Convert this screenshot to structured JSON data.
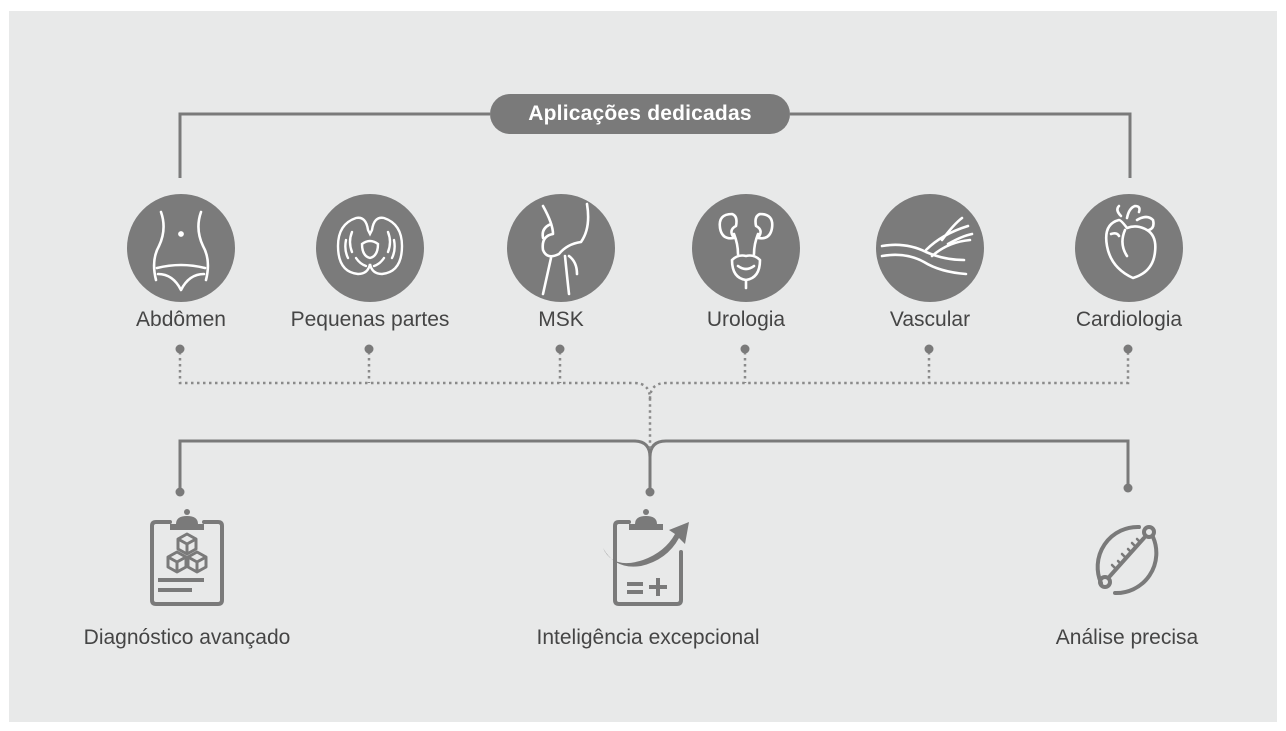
{
  "title": "Aplicações dedicadas",
  "applications": [
    {
      "label": "Abdômen",
      "icon": "abdomen-icon"
    },
    {
      "label": "Pequenas partes",
      "icon": "thyroid-icon"
    },
    {
      "label": "MSK",
      "icon": "knee-joint-icon"
    },
    {
      "label": "Urologia",
      "icon": "kidney-bladder-icon"
    },
    {
      "label": "Vascular",
      "icon": "blood-vessels-icon"
    },
    {
      "label": "Cardiologia",
      "icon": "heart-icon"
    }
  ],
  "features": [
    {
      "label": "Diagnóstico avançado",
      "icon": "clipboard-cubes-icon"
    },
    {
      "label": "Inteligência excepcional",
      "icon": "clipboard-arrow-icon"
    },
    {
      "label": "Análise precisa",
      "icon": "measuring-caliper-icon"
    }
  ],
  "colors": {
    "background": "#e8e9e9",
    "circle": "#7b7b7b",
    "line": "#7a7a7a",
    "text": "#454545"
  }
}
